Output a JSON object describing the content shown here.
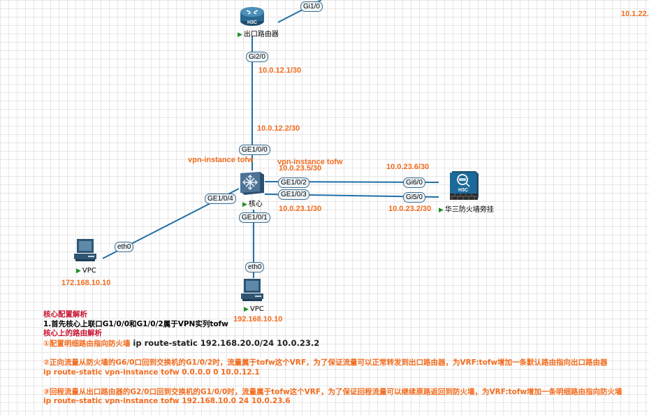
{
  "diagram": {
    "nodes": {
      "router": {
        "label": "出口路由器",
        "brand": "H3C",
        "type": "router"
      },
      "core": {
        "label": "核心",
        "type": "switch"
      },
      "firewall": {
        "label": "华三防火墙旁挂",
        "brand": "H3C",
        "type": "firewall"
      },
      "vpc_left": {
        "label": "VPC",
        "ip": "172.168.10.10",
        "type": "pc"
      },
      "vpc_bottom": {
        "label": "VPC",
        "ip": "192.168.10.10",
        "type": "pc"
      }
    },
    "ports": {
      "router_gi1_0": "Gi1/0",
      "router_gi2_0": "Gi2/0",
      "core_ge1_0_0": "GE1/0/0",
      "core_ge1_0_2": "GE1/0/2",
      "core_ge1_0_3": "GE1/0/3",
      "core_ge1_0_4": "GE1/0/4",
      "core_ge1_0_1": "GE1/0/1",
      "fw_gi6_0": "Gi6/0",
      "fw_gi5_0": "Gi5/0",
      "vpc_left_eth0": "eth0",
      "vpc_bottom_eth0": "eth0"
    },
    "annotations": {
      "router_gi2_ip": "10.0.12.1/30",
      "core_ge0_ip": "10.0.12.2/30",
      "core_vpn_left": "vpn-instance tofw",
      "core_vpn_right": "vpn-instance tofw",
      "core_ge2_ip": "10.0.23.5/30",
      "core_ge3_ip": "10.0.23.1/30",
      "fw_gi6_ip": "10.0.23.6/30",
      "fw_gi5_ip": "10.0.23.2/30",
      "top_right_ip": "10.1.22."
    },
    "colors": {
      "link": "#1f6fa8",
      "ip_text": "#f26b1d",
      "heading": "#c8102e",
      "device": "#3d6b8c"
    }
  },
  "notes": {
    "heading1": "核心配置解析",
    "line1": "1.首先核心上联口G1/0/0和G1/0/2属于VPN实列tofw",
    "heading2": "核心上的路由解析",
    "step1_text": "①配置明细路由指向防火墙",
    "step1_cmd": " ip route-static 192.168.20.0/24 10.0.23.2",
    "step2_text": "②正向流量从防火墙的G6/0口回到交换机的G1/0/2时，流量属于tofw这个VRF，为了保证流量可以正常转发到出口路由器，为VRF:tofw增加一条默认路由指向出口路由器",
    "step2_cmd": "ip route-static vpn-instance tofw 0.0.0.0 0 10.0.12.1",
    "step3_text": "③回程流量从出口路由器的G2/0口回到交换机的G1/0/0时，流量属于tofw这个VRF，为了保证回程流量可以继续原路返回到防火墙，为VRF:tofw增加一条明细路由指向防火墙",
    "step3_cmd": "ip route-static vpn-instance tofw 192.168.10.0 24 10.0.23.6"
  }
}
